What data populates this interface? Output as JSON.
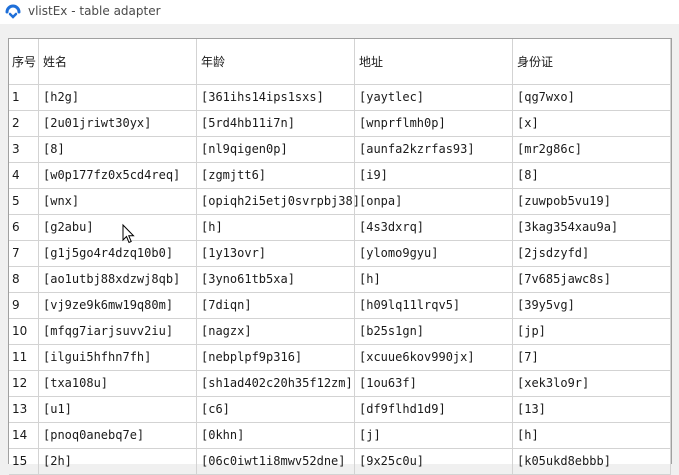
{
  "window": {
    "title": "vlistEx - table adapter",
    "icon": "app-logo-icon"
  },
  "table": {
    "columns": [
      "序号",
      "姓名",
      "年龄",
      "地址",
      "身份证"
    ],
    "rows": [
      [
        "1",
        "[h2g]",
        "[361ihs14ips1sxs]",
        "[yaytlec]",
        "[qg7wxo]"
      ],
      [
        "2",
        "[2u01jriwt30yx]",
        "[5rd4hb11i7n]",
        "[wnprflmh0p]",
        "[x]"
      ],
      [
        "3",
        "[8]",
        "[nl9qigen0p]",
        "[aunfa2kzrfas93]",
        "[mr2g86c]"
      ],
      [
        "4",
        "[w0p177fz0x5cd4req]",
        "[zgmjtt6]",
        "[i9]",
        "[8]"
      ],
      [
        "5",
        "[wnx]",
        "[opiqh2i5etj0svrpbj38]",
        "[onpa]",
        "[zuwpob5vu19]"
      ],
      [
        "6",
        "[g2abu]",
        "[h]",
        "[4s3dxrq]",
        "[3kag354xau9a]"
      ],
      [
        "7",
        "[g1j5go4r4dzq10b0]",
        "[1y13ovr]",
        "[ylomo9gyu]",
        "[2jsdzyfd]"
      ],
      [
        "8",
        "[ao1utbj88xdzwj8qb]",
        "[3yno61tb5xa]",
        "[h]",
        "[7v685jawc8s]"
      ],
      [
        "9",
        "[vj9ze9k6mw19q80m]",
        "[7diqn]",
        "[h09lq11lrqv5]",
        "[39y5vg]"
      ],
      [
        "10",
        "[mfqg7iarjsuvv2iu]",
        "[nagzx]",
        "[b25s1gn]",
        "[jp]"
      ],
      [
        "11",
        "[ilgui5hfhn7fh]",
        "[nebplpf9p316]",
        "[xcuue6kov990jx]",
        "[7]"
      ],
      [
        "12",
        "[txa108u]",
        "[sh1ad402c20h35f12zm]",
        "[1ou63f]",
        "[xek3lo9r]"
      ],
      [
        "13",
        "[u1]",
        "[c6]",
        "[df9flhd1d9]",
        "[13]"
      ],
      [
        "14",
        "[pnoq0anebq7e]",
        "[0khn]",
        "[j]",
        "[h]"
      ],
      [
        "15",
        "[2h]",
        "[06c0iwt1i8mwv52dne]",
        "[9x25c0u]",
        "[k05ukd8ebbb]"
      ]
    ]
  }
}
